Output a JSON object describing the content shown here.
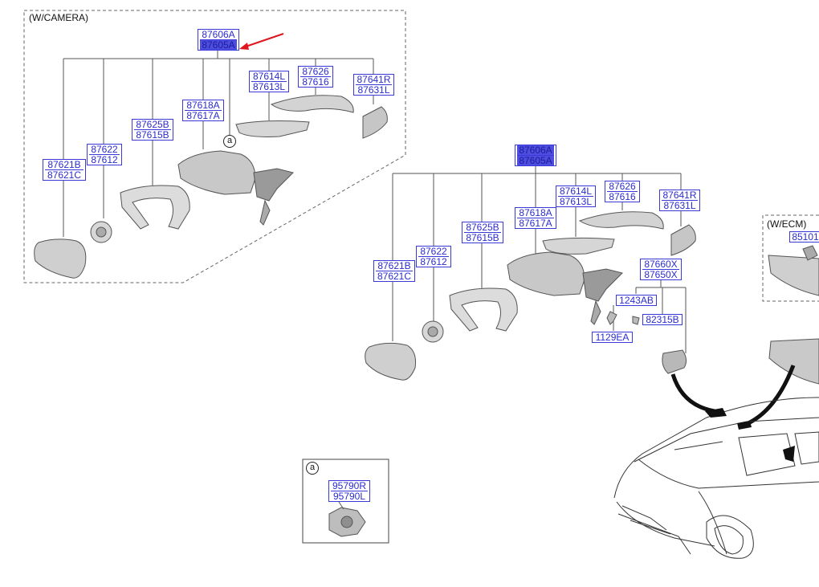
{
  "variant_labels": {
    "camera": "(W/CAMERA)",
    "ecm": "(W/ECM)"
  },
  "callout_marker": "a",
  "highlight_color": "#4d4de0",
  "arrow_color": "#e0161c",
  "part_color": "#3a3ad8",
  "groups": {
    "left": {
      "assembly": [
        "87606A",
        "87605A"
      ],
      "cover_upper": [
        "87614L",
        "87613L"
      ],
      "cover": [
        "87626",
        "87616"
      ],
      "side_repeater": [
        "87641R",
        "87631L"
      ],
      "frame": [
        "87618A",
        "87617A"
      ],
      "housing": [
        "87625B",
        "87615B"
      ],
      "actuator": [
        "87622",
        "87612"
      ],
      "glass": [
        "87621B",
        "87621C"
      ]
    },
    "right": {
      "assembly": [
        "87606A",
        "87605A"
      ],
      "cover_upper": [
        "87614L",
        "87613L"
      ],
      "cover": [
        "87626",
        "87616"
      ],
      "side_repeater": [
        "87641R",
        "87631L"
      ],
      "frame": [
        "87618A",
        "87617A"
      ],
      "housing": [
        "87625B",
        "87615B"
      ],
      "actuator": [
        "87622",
        "87612"
      ],
      "glass": [
        "87621B",
        "87621C"
      ],
      "inside_mirror": [
        "87660X",
        "87650X"
      ],
      "screw_a": "1243AB",
      "cover_b": "82315B",
      "screw_b": "1129EA"
    },
    "ecm": {
      "inside_mirror": "85101"
    },
    "camera": {
      "unit": [
        "95790R",
        "95790L"
      ]
    }
  }
}
